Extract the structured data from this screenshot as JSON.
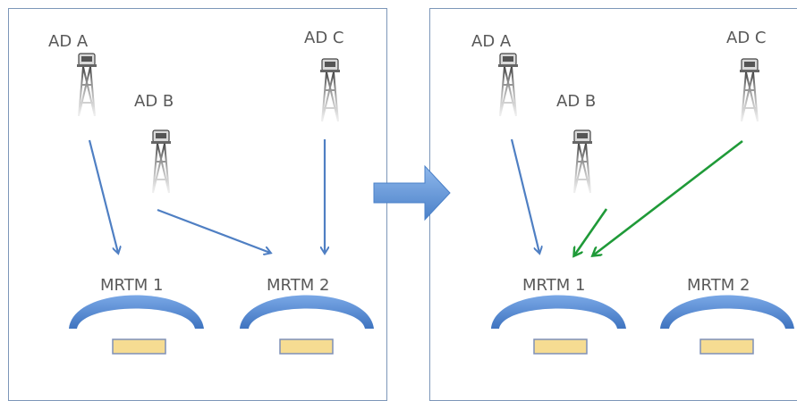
{
  "left": {
    "towers": [
      {
        "label": "AD A"
      },
      {
        "label": "AD B"
      },
      {
        "label": "AD C"
      }
    ],
    "mrtms": [
      {
        "label": "MRTM 1"
      },
      {
        "label": "MRTM 2"
      }
    ]
  },
  "right": {
    "towers": [
      {
        "label": "AD A"
      },
      {
        "label": "AD B"
      },
      {
        "label": "AD C"
      }
    ],
    "mrtms": [
      {
        "label": "MRTM 1"
      },
      {
        "label": "MRTM 2"
      }
    ]
  },
  "colors": {
    "panel_border": "#7d97b9",
    "blue_arrow": "#4f7fc3",
    "green_arrow": "#1f9a38",
    "console_dome": "#5b8ed6",
    "console_screen": "#f6dc92",
    "transition_arrow": "#5f95d8"
  }
}
